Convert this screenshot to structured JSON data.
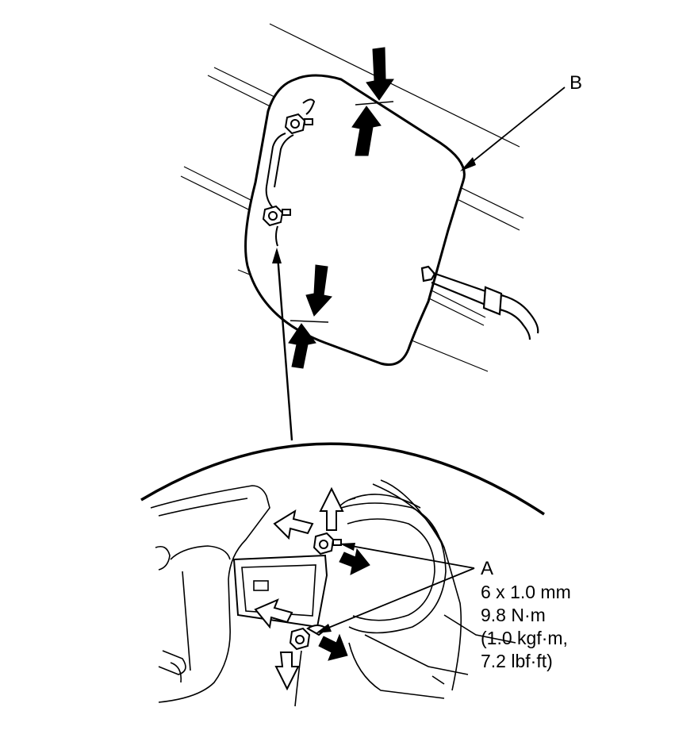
{
  "callouts": {
    "a": "A",
    "b": "B"
  },
  "spec_lines": [
    "6 x 1.0 mm",
    "9.8 N·m",
    "(1.0 kgf·m,",
    "7.2 lbf·ft)"
  ]
}
